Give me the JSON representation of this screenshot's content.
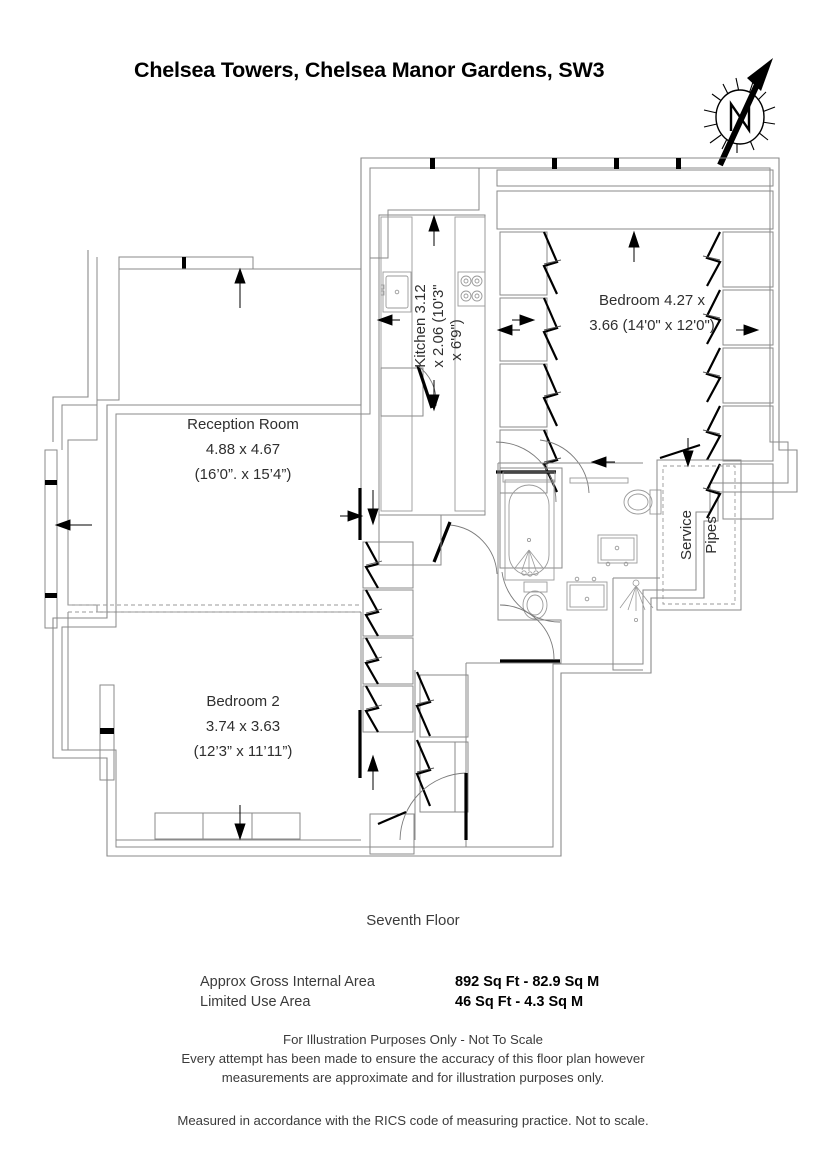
{
  "header": {
    "title": "Chelsea Towers, Chelsea Manor Gardens, SW3",
    "compass": {
      "icon": "north-arrow-compass-icon",
      "label": "N"
    }
  },
  "plan": {
    "floor_label": "Seventh Floor",
    "rooms": [
      {
        "id": "reception-room",
        "name": "Reception Room",
        "metric": "4.88 x 4.67",
        "imperial": "(16'0\". x 15'4\")",
        "lines": [
          "Reception Room",
          "4.88 x 4.67",
          "(16’0”. x 15’4”)"
        ]
      },
      {
        "id": "bedroom-2",
        "name": "Bedroom 2",
        "metric": "3.74 x 3.63",
        "imperial": "(12'3\" x 11'11\")",
        "lines": [
          "Bedroom 2",
          "3.74 x 3.63",
          "(12’3” x 11’11”)"
        ]
      },
      {
        "id": "bedroom-1",
        "name": "Bedroom",
        "metric": "4.27 x 3.66",
        "imperial": "(14'0\" x 12'0\")",
        "lines": [
          "Bedroom 4.27 x",
          "3.66 (14'0\" x 12'0\")"
        ]
      },
      {
        "id": "kitchen",
        "name": "Kitchen",
        "metric": "3.12 x 2.06",
        "imperial": "(10'3\" x 6'9\")",
        "lines": [
          "Kitchen 3.12",
          "x 2.06 (10'3\"",
          "x 6'9\")"
        ]
      },
      {
        "id": "service-pipes",
        "name": "Service Pipes",
        "lines": [
          "Service",
          "Pipes"
        ]
      }
    ],
    "fixtures": [
      "kitchen-sink",
      "kitchen-hob",
      "bathtub",
      "shower-head",
      "toilet",
      "wash-basin",
      "second-toilet",
      "second-wash-basin",
      "shower"
    ]
  },
  "areas": {
    "rows": [
      {
        "label": "Approx Gross Internal Area",
        "value": "892 Sq Ft - 82.9 Sq M"
      },
      {
        "label": "Limited Use Area",
        "value": "46 Sq Ft - 4.3 Sq M"
      }
    ]
  },
  "disclaimer": {
    "line1": "For Illustration Purposes Only - Not To Scale",
    "line2": "Every attempt has been made to ensure the accuracy of this floor plan however",
    "line3": "measurements are approximate and for illustration purposes only."
  },
  "rics": {
    "text": "Measured in accordance with the RICS code of measuring practice. Not to scale."
  },
  "colors": {
    "ink": "#231f20",
    "wall": "#8a8a8a",
    "door": "#000000",
    "text": "#3b3b3b"
  }
}
